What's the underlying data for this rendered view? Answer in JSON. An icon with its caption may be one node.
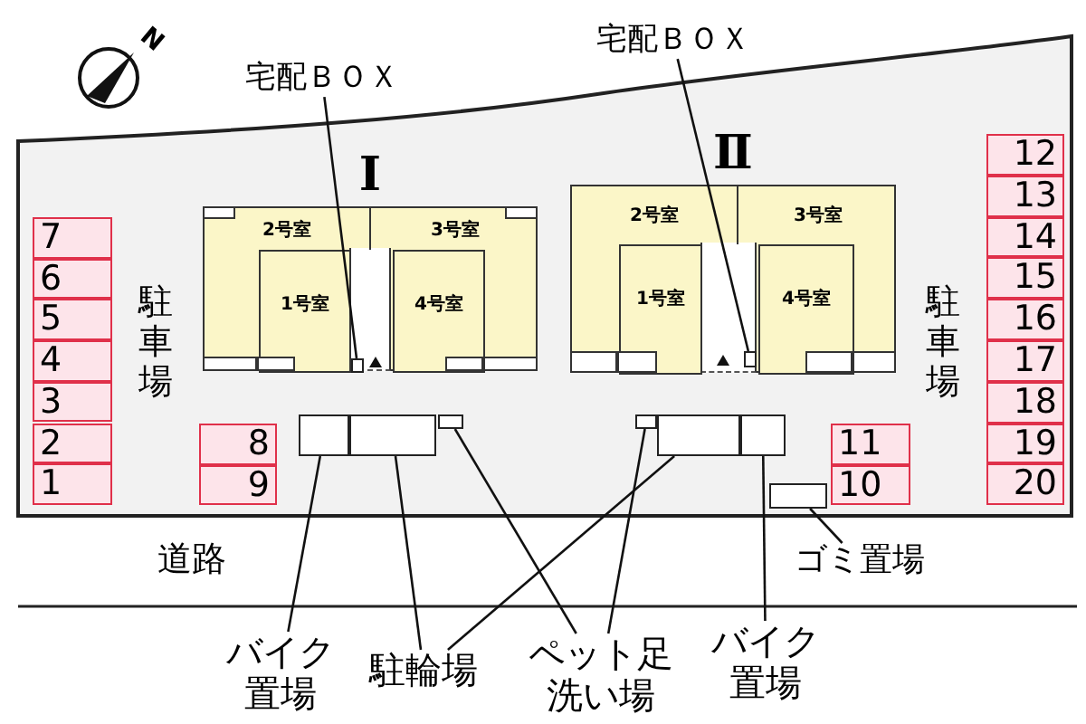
{
  "diagram": {
    "nodes": [
      {
        "text": [
          "宅配ＢＯＸ"
        ]
      },
      {
        "text": [
          "宅配ＢＯＸ"
        ]
      },
      {
        "text": [
          "Ⅰ"
        ]
      },
      {
        "text": [
          "2号室"
        ],
        "in": 2
      },
      {
        "text": [
          "3号室"
        ],
        "in": 2
      },
      {
        "text": [
          "1号室"
        ],
        "in": 2
      },
      {
        "text": [
          "4号室"
        ],
        "in": 2
      },
      {
        "text": [],
        "shape": "box",
        "in": 2
      },
      {
        "text": [
          "Ⅱ"
        ]
      },
      {
        "text": [
          "2号室"
        ],
        "in": 8
      },
      {
        "text": [
          "3号室"
        ],
        "in": 8
      },
      {
        "text": [
          "1号室"
        ],
        "in": 8
      },
      {
        "text": [
          "4号室"
        ],
        "in": 8
      },
      {
        "text": [],
        "shape": "box",
        "in": 8
      },
      {
        "text": [
          "7"
        ]
      },
      {
        "text": [
          "6"
        ]
      },
      {
        "text": [
          "5"
        ]
      },
      {
        "text": [
          "4"
        ]
      },
      {
        "text": [
          "3"
        ]
      },
      {
        "text": [
          "2"
        ]
      },
      {
        "text": [
          "1"
        ]
      },
      {
        "text": [
          "8"
        ]
      },
      {
        "text": [
          "9"
        ]
      },
      {
        "text": [
          "12"
        ]
      },
      {
        "text": [
          "13"
        ]
      },
      {
        "text": [
          "14"
        ]
      },
      {
        "text": [
          "15"
        ]
      },
      {
        "text": [
          "16"
        ]
      },
      {
        "text": [
          "17"
        ]
      },
      {
        "text": [
          "18"
        ]
      },
      {
        "text": [
          "19"
        ]
      },
      {
        "text": [
          "20"
        ]
      },
      {
        "text": [
          "11"
        ]
      },
      {
        "text": [
          "10"
        ]
      },
      {
        "text": [],
        "shape": "box"
      },
      {
        "text": [],
        "shape": "box"
      },
      {
        "text": [],
        "shape": "box"
      },
      {
        "text": [],
        "shape": "box"
      },
      {
        "text": [],
        "shape": "box"
      },
      {
        "text": [],
        "shape": "box"
      },
      {
        "text": [],
        "shape": "box"
      },
      {
        "text": [
          "ゴミ置場"
        ]
      },
      {
        "text": [
          "バイク置場"
        ]
      },
      {
        "text": [
          "駐輪場"
        ]
      },
      {
        "text": [
          "ペット足洗い場"
        ]
      },
      {
        "text": [
          "バイク置場"
        ]
      }
    ],
    "edges": [
      {
        "from": 0,
        "to": 7,
        "arrow": "none"
      },
      {
        "from": 1,
        "to": 13,
        "arrow": "none"
      },
      {
        "from": 42,
        "to": 34,
        "arrow": "none"
      },
      {
        "from": 43,
        "to": 35,
        "arrow": "none"
      },
      {
        "from": 43,
        "to": 38,
        "arrow": "none"
      },
      {
        "from": 44,
        "to": 36,
        "arrow": "none"
      },
      {
        "from": 44,
        "to": 37,
        "arrow": "none"
      },
      {
        "from": 45,
        "to": 39,
        "arrow": "none"
      },
      {
        "from": 41,
        "to": 40,
        "arrow": "none"
      }
    ],
    "labels": [
      "N",
      "駐車場",
      "駐車場",
      "道路"
    ]
  }
}
